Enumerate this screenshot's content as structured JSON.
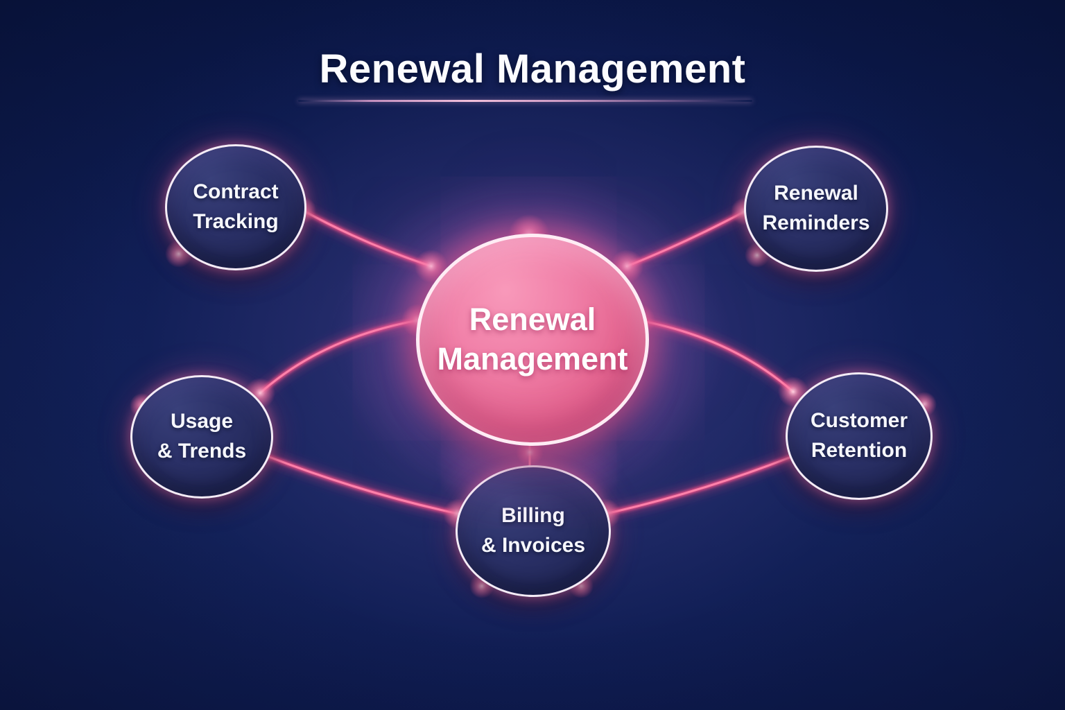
{
  "title": {
    "text": "Renewal Management"
  },
  "diagram": {
    "center": {
      "label": "Renewal Management",
      "line1": "Renewal",
      "line2": "Management"
    },
    "nodes": [
      {
        "id": "contract-tracking",
        "label": "Contract Tracking",
        "line1": "Contract",
        "line2": "Tracking"
      },
      {
        "id": "renewal-reminders",
        "label": "Renewal Reminders",
        "line1": "Renewal",
        "line2": "Reminders"
      },
      {
        "id": "usage-trends",
        "label": "Usage & Trends",
        "line1": "Usage",
        "line2": "& Trends"
      },
      {
        "id": "customer-retention",
        "label": "Customer Retention",
        "line1": "Customer",
        "line2": "Retention"
      },
      {
        "id": "billing-invoices",
        "label": "Billing & Invoices",
        "line1": "Billing",
        "line2": "& Invoices"
      }
    ]
  },
  "colors": {
    "background_navy": "#0c1848",
    "bloom_purple": "#5e4f96",
    "accent_pink": "#ff5c8f",
    "connector_glow": "#ff6fa0",
    "center_fill_pink": "#e8608f",
    "ring_white": "#f5ecf6",
    "text_white": "#f6f7fd",
    "underline_pink": "#f2c0db"
  }
}
